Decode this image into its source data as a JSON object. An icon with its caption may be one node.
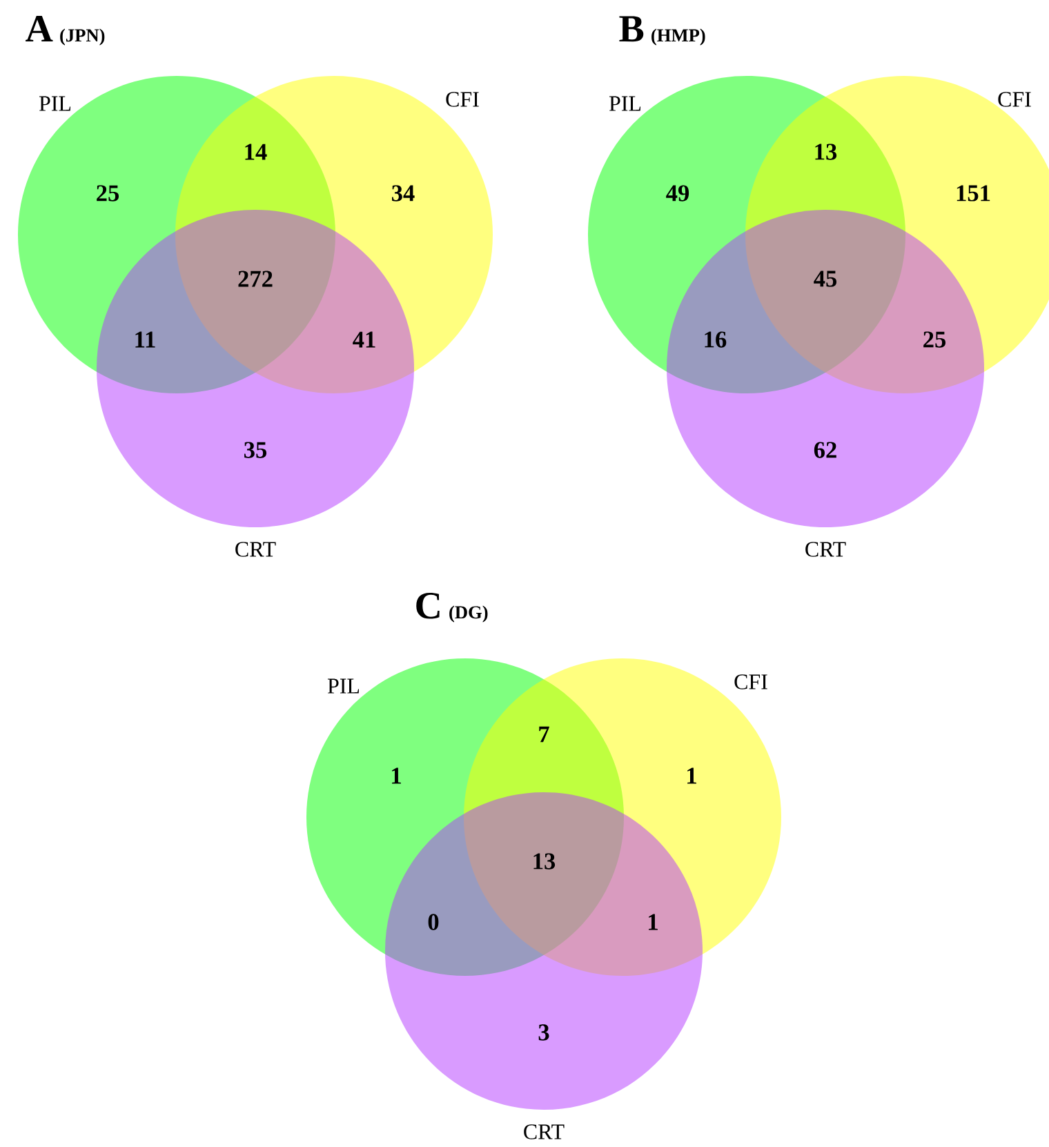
{
  "diagram": {
    "nodes": [
      {
        "text": [
          "PIL"
        ]
      },
      {
        "text": [
          "CFI"
        ]
      },
      {
        "text": [
          "CRT"
        ]
      },
      {
        "text": [
          "PIL"
        ]
      },
      {
        "text": [
          "CFI"
        ]
      },
      {
        "text": [
          "CRT"
        ]
      },
      {
        "text": [
          "PIL"
        ]
      },
      {
        "text": [
          "CFI"
        ]
      },
      {
        "text": [
          "CRT"
        ]
      }
    ],
    "labels": [
      "A",
      "(JPN)",
      "25",
      "14",
      "34",
      "272",
      "11",
      "41",
      "35",
      "B",
      "(HMP)",
      "49",
      "13",
      "151",
      "45",
      "16",
      "25",
      "62",
      "C",
      "(DG)",
      "1",
      "7",
      "1",
      "13",
      "0",
      "1",
      "3"
    ]
  }
}
